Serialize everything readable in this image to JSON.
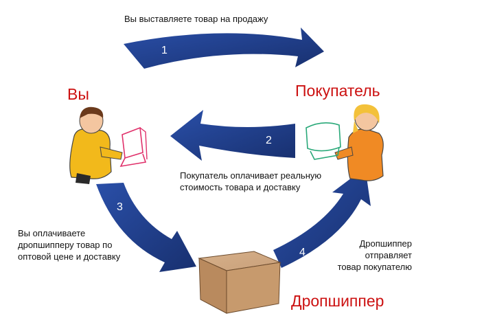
{
  "actors": {
    "you": "Вы",
    "buyer": "Покупатель",
    "dropshipper": "Дропшиппер"
  },
  "steps": [
    {
      "number": "1",
      "text": "Вы выставляете товар на продажу"
    },
    {
      "number": "2",
      "text": "Покупатель оплачивает реальную\nстоимость товара и доставку"
    },
    {
      "number": "3",
      "text": "Вы оплачиваете\nдропшипперу товар по\nоптовой цене и доставку"
    },
    {
      "number": "4",
      "text": "Дропшиппер\nотправляет\nтовар покупателю"
    }
  ],
  "colors": {
    "arrow": "#1f3c8a",
    "actor_text": "#cc1111",
    "figure_body": "#f2b91b",
    "box": "#c79a6d"
  }
}
